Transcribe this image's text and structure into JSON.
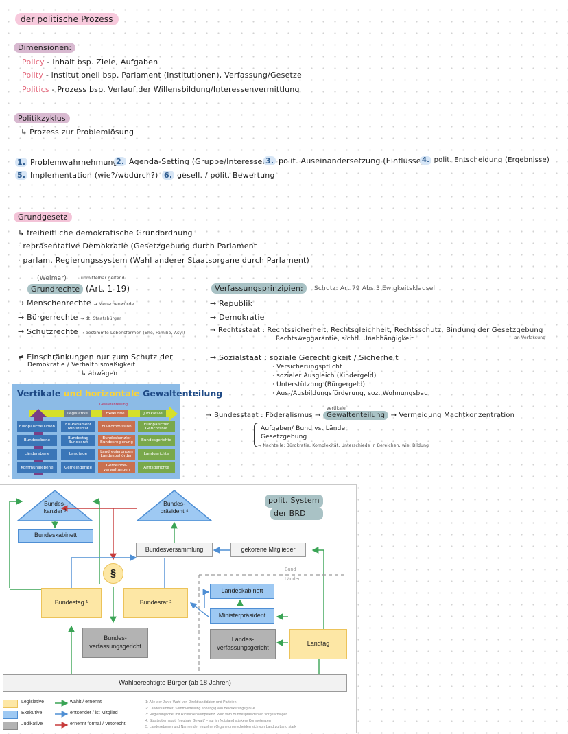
{
  "header": {
    "title": "der politische Prozess"
  },
  "dimensions": {
    "heading": "Dimensionen:",
    "rows": [
      {
        "term": "Policy",
        "rest": "- Inhalt   bsp. Ziele, Aufgaben"
      },
      {
        "term": "Polity",
        "rest": "- institutionell   bsp. Parlament (Institutionen), Verfassung/Gesetze"
      },
      {
        "term": "Politics",
        "rest": "- Prozess   bsp. Verlauf der Willensbildung/Interessenvermittlung"
      }
    ]
  },
  "zyklus": {
    "heading": "Politikzyklus",
    "sub": "↳ Prozess zur Problemlösung",
    "steps": [
      {
        "n": "1.",
        "t": "Problemwahrnehmung"
      },
      {
        "n": "2.",
        "t": "Agenda-Setting (Gruppe/Interessen)"
      },
      {
        "n": "3.",
        "t": "polit. Auseinandersetzung (Einflüsse)"
      },
      {
        "n": "4.",
        "t": "polit. Entscheidung (Ergebnisse)"
      },
      {
        "n": "5.",
        "t": "Implementation (wie?/wodurch?)"
      },
      {
        "n": "6.",
        "t": "gesell. / polit. Bewertung"
      }
    ]
  },
  "grundgesetz": {
    "heading": "Grundgesetz",
    "lines": [
      "↳ freiheitliche demokratische Grundordnung",
      "· repräsentative Demokratie (Gesetzgebung durch Parlament",
      "· parlam. Regierungssystem (Wahl anderer Staatsorgane durch Parlament)"
    ]
  },
  "grundrechte": {
    "weimar": "(Weimar)",
    "note": "unmittelbar geltend",
    "heading": "Grundrechte",
    "art": "(Art. 1-19)",
    "items": [
      {
        "t": "→ Menschenrechte",
        "n": "→ Menschenwürde"
      },
      {
        "t": "→ Bürgerrechte",
        "n": "→ dt. Staatsbürger"
      },
      {
        "t": "→ Schutzrechte",
        "n": "→ bestimmte Lebensformen (Ehe, Familie, Asyl)"
      }
    ],
    "einschraenkung": "≠ Einschränkungen nur zum Schutz der",
    "einschraenkung2": "Demokratie / Verhältnismäßigkeit",
    "abwaegen": "↳ abwägen"
  },
  "verfassung": {
    "heading": "Verfassungsprinzipien:",
    "schutz": "Schutz: Art.79 Abs.3 Ewigkeitsklausel",
    "republik": "→ Republik",
    "demokratie": "→ Demokratie",
    "rechtsstaat": "→ Rechtsstaat :  Rechtssicherheit, Rechtsgleichheit, Rechtsschutz, Bindung der Gesetzgebung",
    "rechtsstaat2": "Rechtsweggarantie, sichtl. Unabhängigkeit",
    "rechtsstaat3": "an Verfassung",
    "sozialstaat": "→ Sozialstaat :  soziale Gerechtigkeit / Sicherheit",
    "sozial_items": [
      "· Versicherungspflicht",
      "· sozialer Ausgleich (Kindergeld)",
      "· Unterstützung (Bürgergeld)",
      "· Aus-/Ausbildungsförderung, soz. Wohnungsbau"
    ],
    "bundesstaat_a": "→ Bundesstaat :  Föderalismus →",
    "gewaltenteilung": "Gewaltenteilung",
    "bundesstaat_b": "→ Vermeidung Machtkonzentration",
    "vertikale": "vertikale",
    "aufgaben": "Aufgaben/ Bund vs. Länder",
    "gesetzgebung": "Gesetzgebung",
    "nachteile": "→ Nachteile: Bürokratie, Komplexität, Unterschiede in Bereichen, wie: Bildung"
  },
  "gw_image": {
    "title_a": "Vertikale",
    "title_b": "und",
    "title_c": "horizontale",
    "title_d": "Gewaltenteilung",
    "arrow_note": "Gewaltenteilung",
    "heads": [
      "Legislative",
      "Exekutive",
      "Judikative"
    ],
    "rows": [
      [
        "Europäische Union",
        "EU-Parlament Ministerrat",
        "EU-Kommission",
        "Europäischer Gerichtshof"
      ],
      [
        "Bundesebene",
        "Bundestag Bundesrat",
        "Bundeskanzler Bundesregierung",
        "Bundesgerichte"
      ],
      [
        "Länderebene",
        "Landtage",
        "Landregierungen Landesbehörden",
        "Landgerichte"
      ],
      [
        "Kommunalebene",
        "Gemeinderäte",
        "Gemeinde- verwaltungen",
        "Amtsgerichte"
      ]
    ]
  },
  "diagram": {
    "note_a": "polit. System",
    "note_b": "der BRD",
    "kanzler": "Bundes-\nkanzler ³",
    "praesident": "Bundes-\npräsident ⁴",
    "kabinett": "Bundeskabinett",
    "versammlung": "Bundesversammlung",
    "gekorene": "gekorene Mitglieder",
    "paragraph": "§",
    "bundestag": "Bundestag ¹",
    "bundesrat": "Bundesrat ²",
    "bverfg": "Bundes-\nverfassungsgericht",
    "bund": "Bund",
    "laender": "Länder",
    "landeskabinett": "Landeskabinett",
    "ministerpraesident": "Ministerpräsident",
    "landesverfg": "Landes-\nverfassungsgericht",
    "landtag": "Landtag",
    "buerger": "Wahlberechtigte Bürger (ab 18 Jahren)",
    "legend": {
      "legislative": "Legislative",
      "exekutive": "Exekutive",
      "judikative": "Judikative",
      "waehlt": "wählt / ernennt",
      "entsendet": "entsendet / ist Mitglied",
      "ernennt": "ernennt formal / Vetorecht"
    },
    "footnotes": [
      "1: Alle vier Jahre Wahl von Direktkandidaten und Parteien",
      "2: Länderkammer, Stimmverteilung abhängig von Bevölkerungsgröße",
      "3: Regierungschef mit Richtlinienkompetenz. Wird vom Bundespräsidenten vorgeschlagen",
      "4: Staatsoberhaupt, \"neutrale Gewalt\" – nur im Notstand stärkere Kompetenzen",
      "5: Landesebenen und Namen der einzelnen Organe unterscheiden sich von Land zu Land stark"
    ]
  },
  "colors": {
    "pink": "#f7c9dc",
    "teal": "#a9c2c5",
    "blue_fill": "#9ec9f3",
    "yellow_fill": "#fde7a5",
    "gray_fill": "#b3b3b3",
    "green_arrow": "#3aa455",
    "blue_arrow": "#4f8fd4",
    "red_arrow": "#c73b3b"
  }
}
